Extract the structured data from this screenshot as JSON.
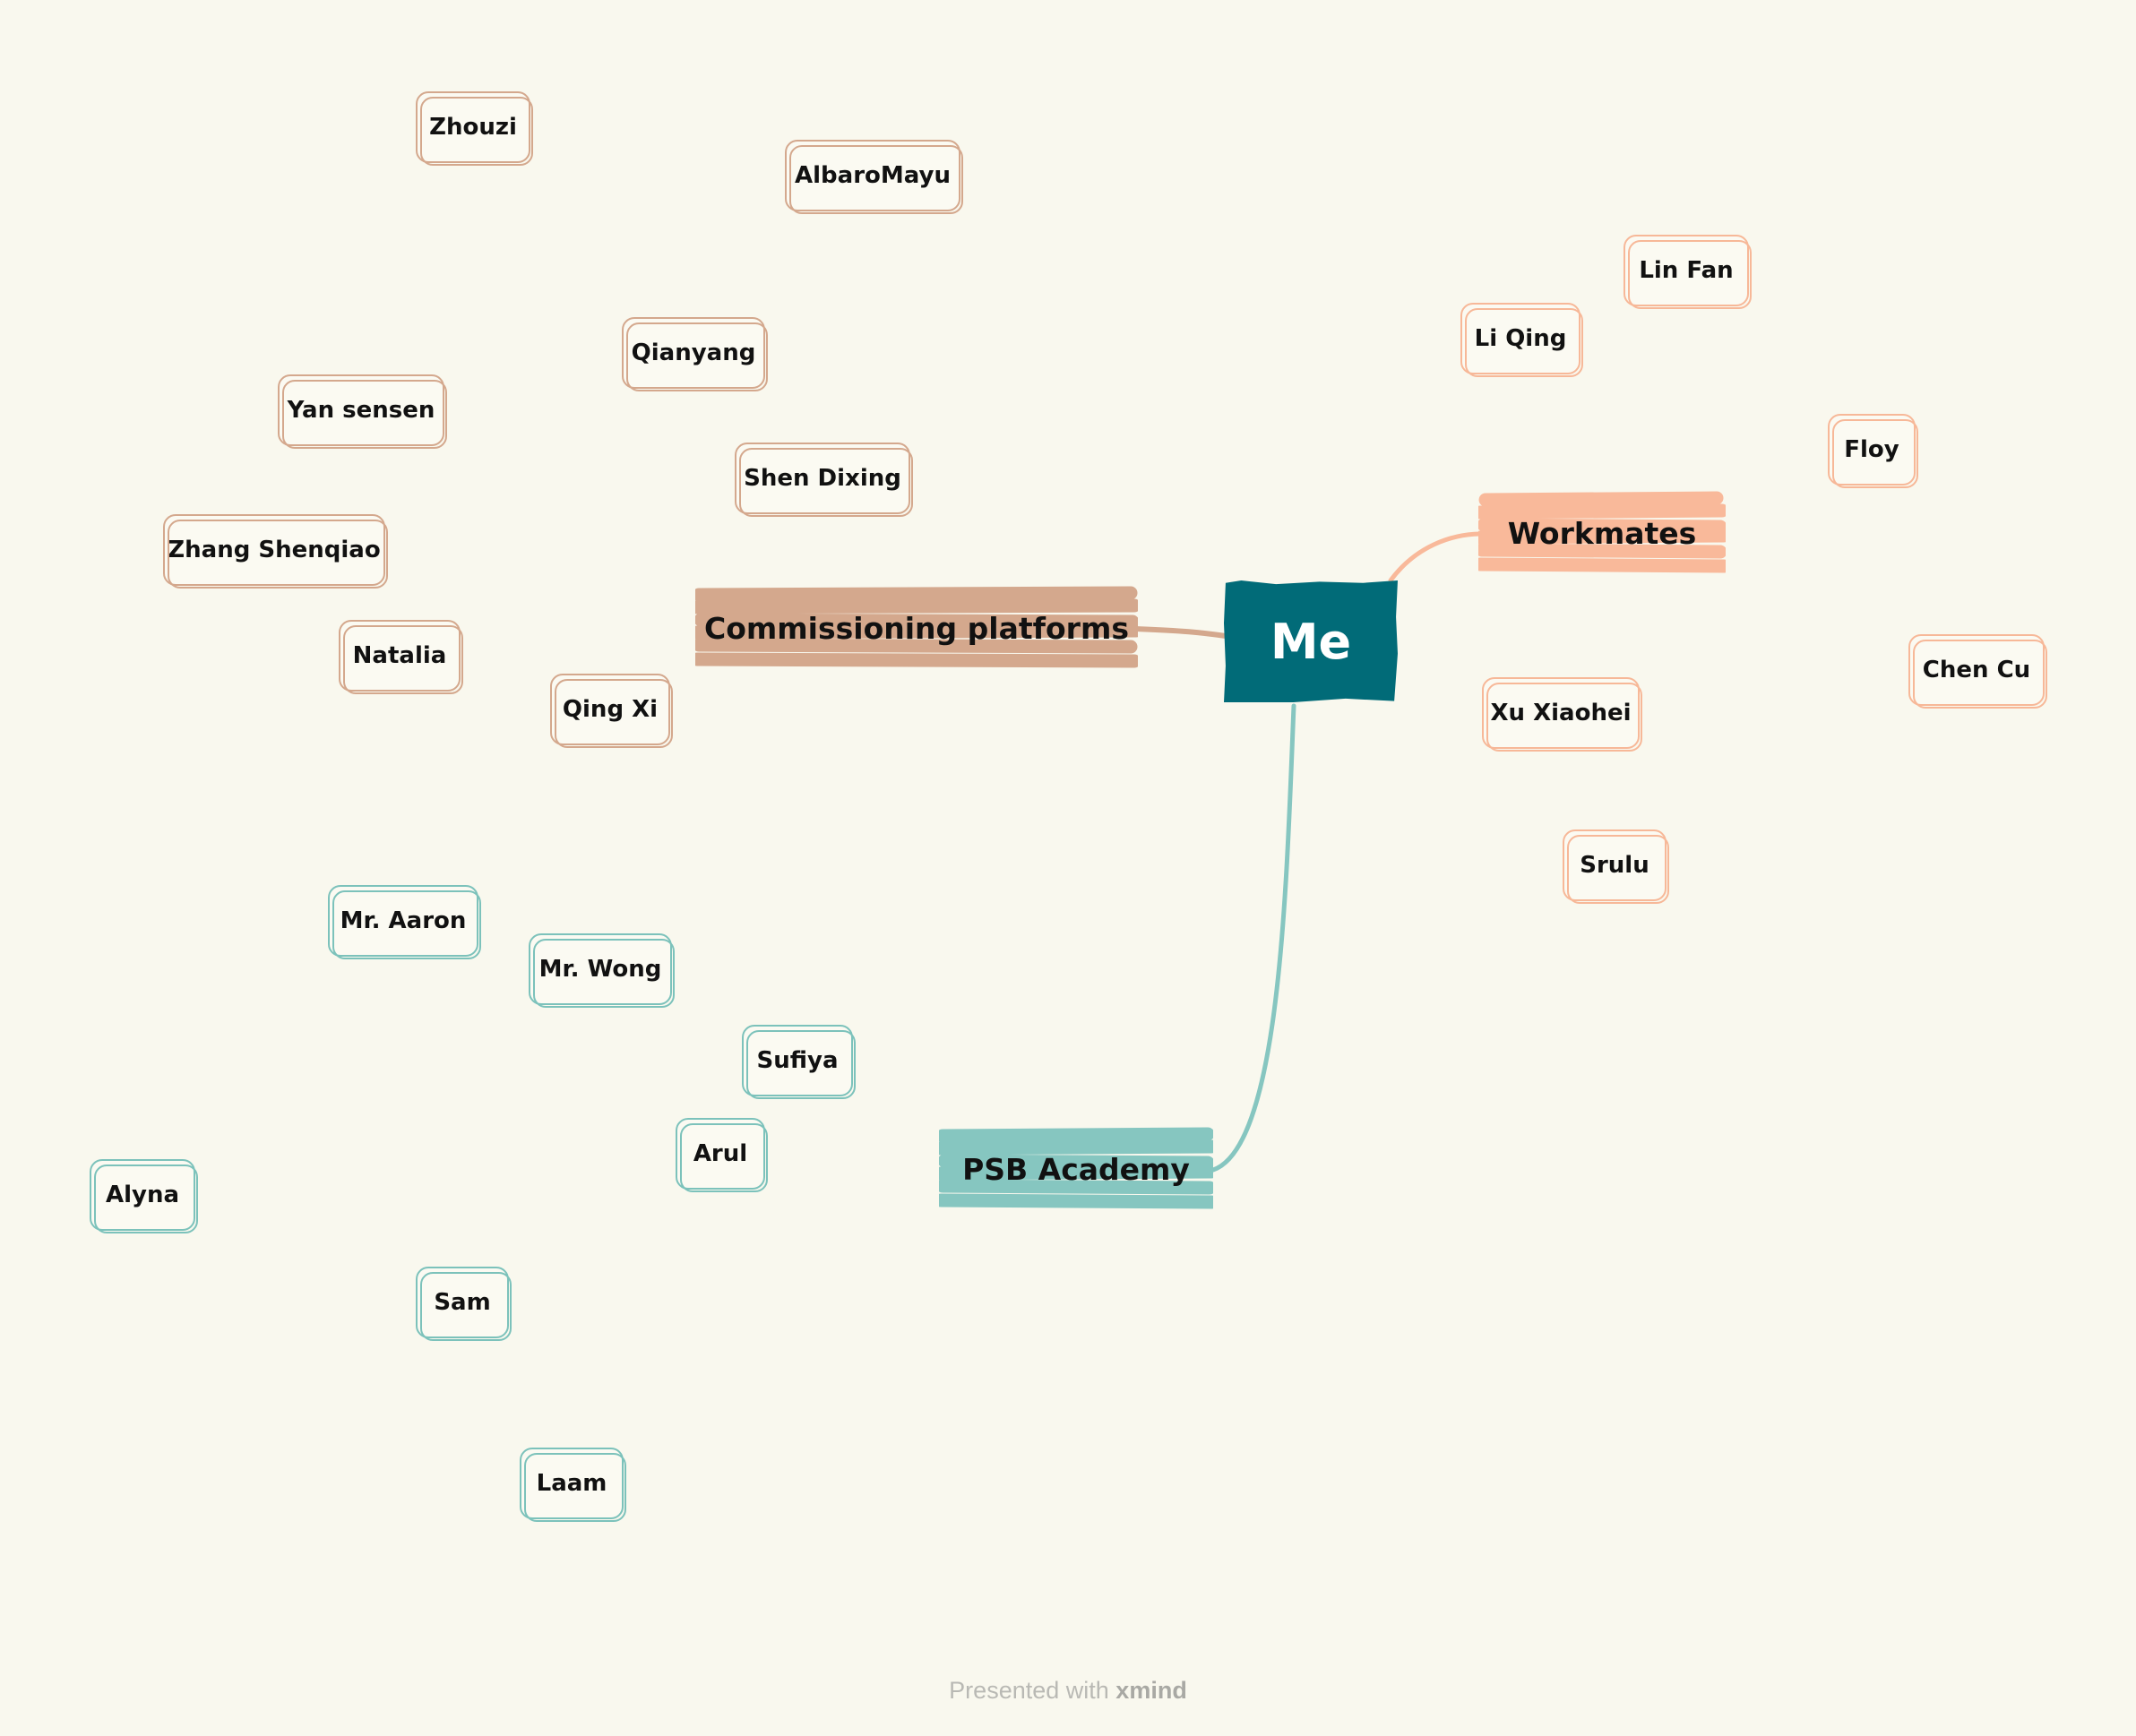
{
  "central": {
    "label": "Me",
    "color": "#016b78"
  },
  "branches": {
    "commissioning": {
      "label": "Commissioning platforms",
      "color": "#d4a88d",
      "children": [
        "Zhouzi",
        "AlbaroMayu",
        "Qianyang",
        "Yan sensen",
        "Shen Dixing",
        "Zhang Shenqiao",
        "Natalia",
        "Qing Xi"
      ]
    },
    "workmates": {
      "label": "Workmates",
      "color": "#f9b99a",
      "children": [
        "Lin Fan",
        "Li Qing",
        "Floy",
        "Chen Cu",
        "Xu Xiaohei",
        "Srulu"
      ]
    },
    "psb": {
      "label": "PSB Academy",
      "color": "#86c6c0",
      "children": [
        "Mr. Aaron",
        "Mr. Wong",
        "Sufiya",
        "Arul",
        "Alyna",
        "Sam",
        "Laam"
      ]
    }
  },
  "footer": {
    "prefix": "Presented with",
    "brand": "xmind"
  }
}
